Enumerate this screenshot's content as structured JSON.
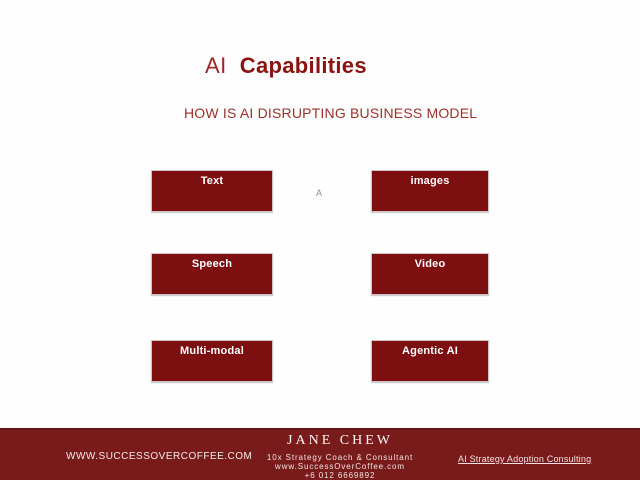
{
  "slide": {
    "title_light": "AI",
    "title_bold": "Capabilities",
    "subtitle": "HOW IS AI DISRUPTING BUSINESS MODEL",
    "stray_char": "A"
  },
  "capabilities": [
    {
      "label": "Text"
    },
    {
      "label": "images"
    },
    {
      "label": "Speech"
    },
    {
      "label": "Video"
    },
    {
      "label": "Multi-modal"
    },
    {
      "label": "Agentic AI"
    }
  ],
  "footer": {
    "website": "WWW.SUCCESSOVERCOFFEE.COM",
    "brand_name": "JANE CHEW",
    "tagline": "10x Strategy Coach & Consultant",
    "url": "www.SuccessOverCoffee.com",
    "phone": "+6 012 6669892",
    "link": "AI Strategy Adoption Consulting"
  },
  "colors": {
    "box_fill": "#7d0f10",
    "band": "#7a1b1b",
    "title_light": "#9c2626",
    "title_bold": "#8c1212",
    "subtitle": "#9e2f2a"
  }
}
